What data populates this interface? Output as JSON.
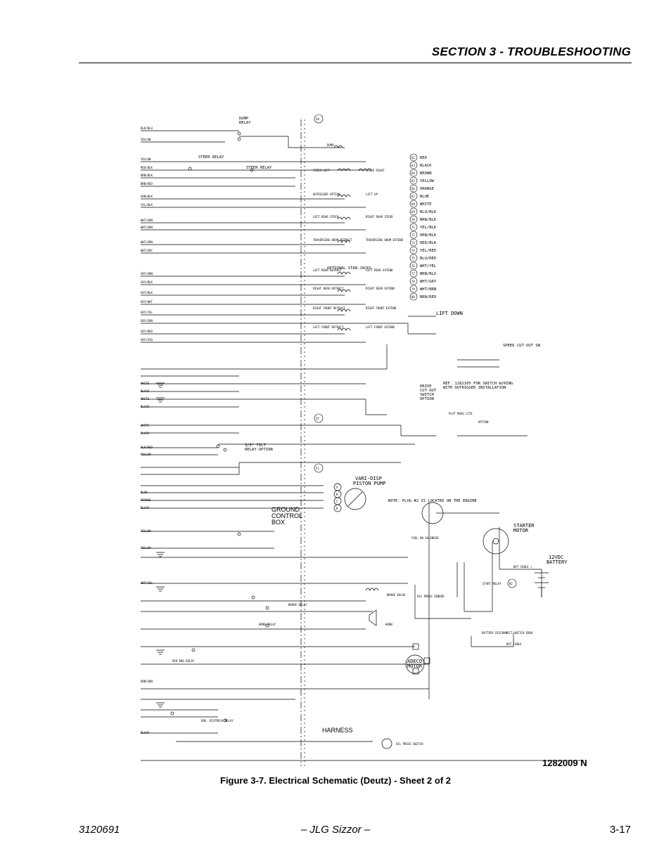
{
  "header": {
    "section_title": "SECTION 3 - TROUBLESHOOTING"
  },
  "figure": {
    "drawing_number": "1282009 N",
    "caption": "Figure 3-7.  Electrical Schematic (Deutz) -  Sheet 2 of 2",
    "harness_label": "HARNESS",
    "ground_box_label": [
      "GROUND",
      "CONTROL",
      "BOX"
    ],
    "pump_label": [
      "VARI-DISP",
      "PISTON PUMP"
    ],
    "battery_label": [
      "12VDC",
      "BATTERY"
    ],
    "starter_label": [
      "STARTER",
      "MOTOR"
    ],
    "adeco_label": [
      "ADECO",
      "MOTOR"
    ],
    "lift_down_label": "LIFT DOWN",
    "speed_cutout_label": "SPEED CUT-OUT SW",
    "drive_cutout_label": [
      "DRIVE",
      "CUT-OUT",
      "SWITCH",
      "OPTION"
    ],
    "ref_note": [
      "REF. 1282105 FOR SWITCH W/RING",
      "WITH OUTRIGGER INSTALLATION"
    ],
    "plug_note": "NOTE: PLUG #2 IS LOCATED ON THE ENGINE",
    "optional_jacks_label": "OPTIONAL STAB.JACKS",
    "tilt_label": [
      "3/5° TILT",
      "RELAY-OPTION"
    ],
    "steer_relay_label": "STEER RELAY",
    "dump_relay_label": [
      "DUMP",
      "RELAY"
    ],
    "wire_legend": [
      {
        "num": "62",
        "color": "RED"
      },
      {
        "num": "63",
        "color": "BLACK"
      },
      {
        "num": "64",
        "color": "BROWN"
      },
      {
        "num": "65",
        "color": "YELLOW"
      },
      {
        "num": "66",
        "color": "ORANGE"
      },
      {
        "num": "67",
        "color": "BLUE"
      },
      {
        "num": "68",
        "color": "WHITE"
      },
      {
        "num": "69",
        "color": "BLU/BLK"
      },
      {
        "num": "70",
        "color": "BRN/BLK"
      },
      {
        "num": "71",
        "color": "YEL/BLK"
      },
      {
        "num": "72",
        "color": "ORN/BLK"
      },
      {
        "num": "73",
        "color": "RED/BLK"
      },
      {
        "num": "74",
        "color": "YEL/RED"
      },
      {
        "num": "75",
        "color": "BLU/RED"
      },
      {
        "num": "76",
        "color": "WHT/YEL"
      },
      {
        "num": "77",
        "color": "BRN/BLU"
      },
      {
        "num": "78",
        "color": "WHT/GRY"
      },
      {
        "num": "79",
        "color": "WHT/BRN"
      },
      {
        "num": "80",
        "color": "BRN/RED"
      }
    ],
    "connectors": [
      "50",
      "52",
      "51",
      "B2"
    ],
    "pump_terminals": [
      "A",
      "B",
      "C",
      "D"
    ],
    "left_wire_labels": [
      "BLK/BLU",
      "YELLOW",
      "YELLOW",
      "RED/BLK",
      "BRN/BLK",
      "BRN/RED",
      "GRN/BLK",
      "YEL/BLK",
      "WHT/GRN",
      "WHT/GRN",
      "WHT/GRN",
      "WHT/GRY",
      "GRY/GRN",
      "GRY/BLK",
      "GRY/BLK",
      "GRY/WHT",
      "GRY/YEL",
      "GRY/GRN",
      "GRY/RED",
      "GRY/VIO",
      "WHITE",
      "BLACK",
      "WHITE",
      "BLACK",
      "WHITE",
      "BLACK",
      "BLK/RED",
      "YELLOW",
      "BLUE",
      "ORANGE",
      "BLACK",
      "YELLOW",
      "YELLOW",
      "WHT/YEL",
      "ORN/GRN",
      "BLACK"
    ],
    "valve_labels": [
      "STEER LEFT",
      "STEER RIGHT",
      "OUTRIGGER OPTION",
      "LIFT UP",
      "LEFT REAR STEER",
      "RIGHT REAR STEER",
      "TRAVERSING BOOM RETRACT",
      "TRAVERSING BOOM EXTEND",
      "LEFT REAR RETRACT",
      "LEFT REAR EXTEND",
      "RIGHT REAR RETRACT",
      "RIGHT REAR EXTEND",
      "RIGHT FRONT RETRACT",
      "RIGHT FRONT EXTEND",
      "LEFT FRONT RETRACT",
      "LEFT FRONT EXTEND"
    ],
    "lower_labels": [
      "FUEL ON SOLENOID",
      "BRAKE VALVE",
      "HORN",
      "OIL PRESS SENDER",
      "OIL PRESS SWITCH",
      "BAT CABLE +",
      "BAT CABLE",
      "START RELAY",
      "HORN RELAY",
      "BRAKE RELAY",
      "MID ENG RELAY",
      "ENG. DISTRESS RELAY",
      "BATTERY DISCONNECT SWITCH EURO",
      "PLAT MUSS LITE",
      "OPTION",
      "DUMP"
    ]
  },
  "footer": {
    "doc_number": "3120691",
    "product": "– JLG Sizzor –",
    "page": "3-17"
  }
}
